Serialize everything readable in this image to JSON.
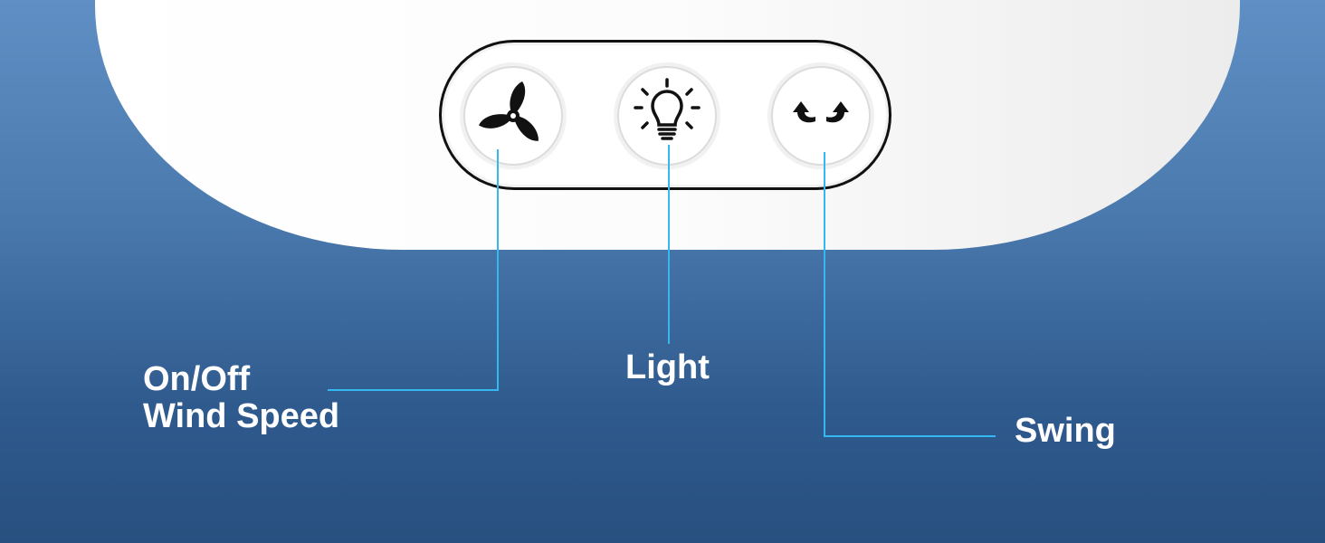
{
  "colors": {
    "background_top": "#5f8fc4",
    "background_bottom": "#28507f",
    "panel": "#ffffff",
    "leader_line": "#35b7f0",
    "label_text": "#ffffff",
    "icon": "#111111"
  },
  "buttons": [
    {
      "id": "power-speed",
      "icon": "fan-icon"
    },
    {
      "id": "light",
      "icon": "lightbulb-icon"
    },
    {
      "id": "swing",
      "icon": "swing-arrows-icon"
    }
  ],
  "labels": {
    "power_line1": "On/Off",
    "power_line2": "Wind Speed",
    "light": "Light",
    "swing": "Swing"
  }
}
